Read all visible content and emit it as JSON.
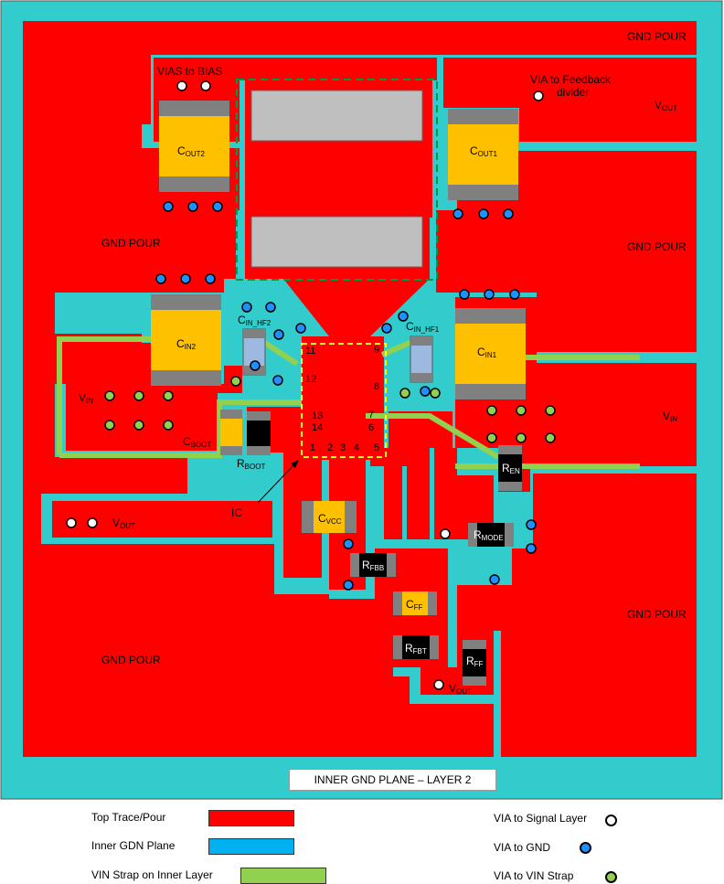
{
  "colors": {
    "top_pour": "#ff0000",
    "inner_gnd": "#33cccc",
    "vin_strap": "#92d050",
    "cap_body": "#ffc000",
    "pad_gray": "#bfbfbf",
    "hf_cap": "#9db9e0",
    "resistor": "#000000",
    "keepout": "#009a44",
    "ic_outline": "#ffff00"
  },
  "labels": {
    "gnd_pour": "GND POUR",
    "vias_to_bias": "VIAS to BIAS",
    "via_feedback_1": "VIA to Feedback",
    "via_feedback_2": "divider",
    "v": "V",
    "out_sub": "OUT",
    "in_sub": "IN",
    "c": "C",
    "r": "R",
    "cout2_sub": "OUT2",
    "cout1_sub": "OUT1",
    "cin2_sub": "IN2",
    "cin1_sub": "IN1",
    "cin_hf2_sub": "IN_HF2",
    "cin_hf1_sub": "IN_HF1",
    "cboot_sub": "BOOT",
    "rboot_sub": "BOOT",
    "ren_sub": "EN",
    "cvcc_sub": "VCC",
    "rmode_sub": "MODE",
    "rfbb_sub": "FBB",
    "cff_sub": "FF",
    "rfbt_sub": "FBT",
    "rff_sub": "FF",
    "ic": "IC",
    "pins": [
      "1",
      "2",
      "3",
      "4",
      "5",
      "6",
      "7",
      "8",
      "9",
      "11",
      "12",
      "13",
      "14"
    ]
  },
  "banner": "INNER GND PLANE – LAYER 2",
  "legend": {
    "top_trace": "Top Trace/Pour",
    "inner_plane": "Inner GDN Plane",
    "vin_strap": "VIN Strap on Inner Layer",
    "via_signal": "VIA to Signal Layer",
    "via_gnd": "VIA to GND",
    "via_vin": "VIA to VIN Strap"
  }
}
